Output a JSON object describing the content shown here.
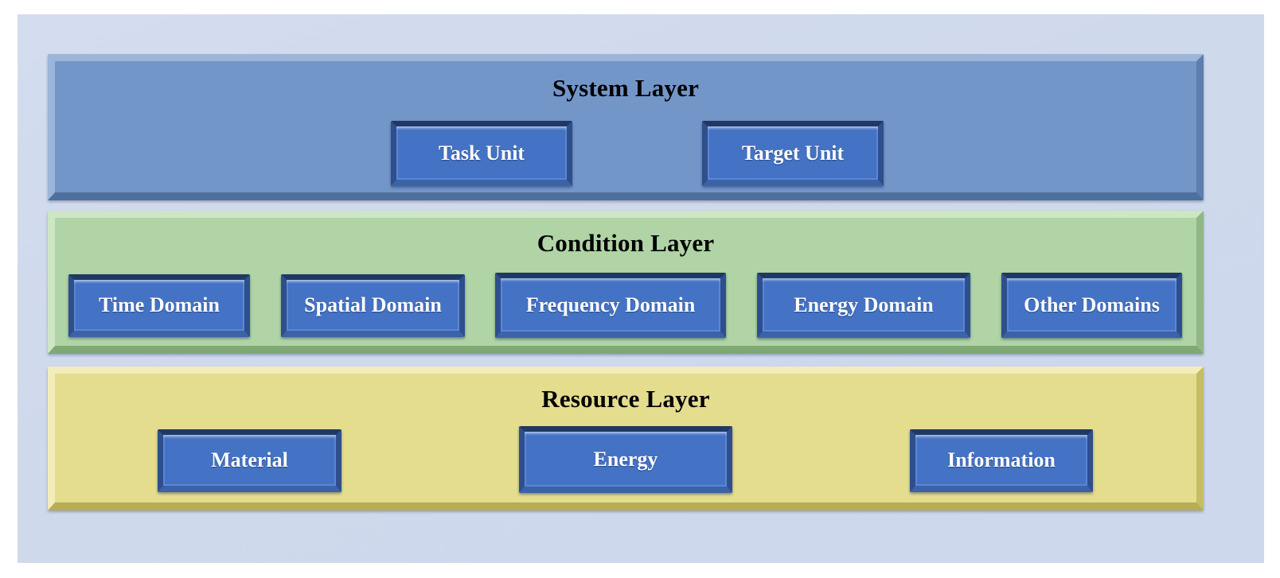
{
  "diagram": {
    "title": "System Layer / Condition Layer / Resource Layer architecture",
    "background_color": "#d0daed",
    "page_background": "#ffffff",
    "node_color": "#4472c4",
    "node_text_color": "#ffffff",
    "layer_title_color": "#000000"
  },
  "layers": [
    {
      "id": "system",
      "title": "System Layer",
      "fill": "#7396c8",
      "nodes": [
        {
          "label": "Task Unit"
        },
        {
          "label": "Target Unit"
        }
      ]
    },
    {
      "id": "condition",
      "title": "Condition Layer",
      "fill": "#b0d4a5",
      "nodes": [
        {
          "label": "Time Domain"
        },
        {
          "label": "Spatial Domain"
        },
        {
          "label": "Frequency Domain"
        },
        {
          "label": "Energy Domain"
        },
        {
          "label": "Other Domains"
        }
      ]
    },
    {
      "id": "resource",
      "title": "Resource Layer",
      "fill": "#e4dd8e",
      "nodes": [
        {
          "label": "Material"
        },
        {
          "label": "Energy"
        },
        {
          "label": "Information"
        }
      ]
    }
  ]
}
